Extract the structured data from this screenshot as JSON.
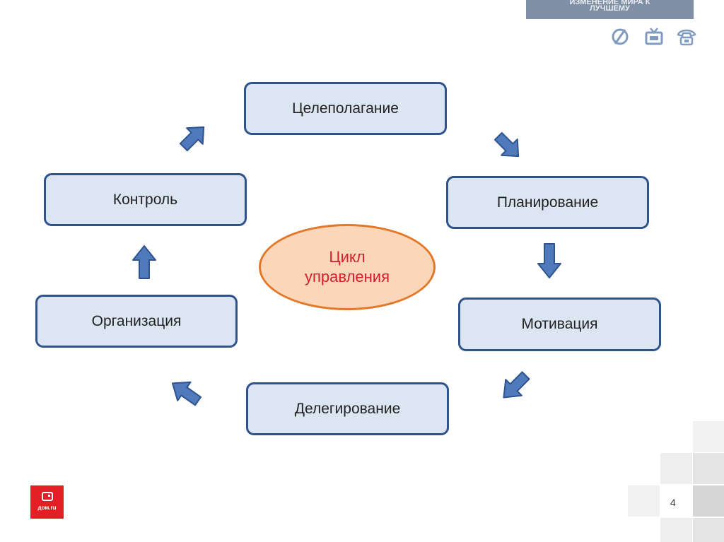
{
  "header": {
    "banner_line1": "ИЗМЕНЕНИЕ МИРА К",
    "banner_line2": "ЛУЧШЕМУ",
    "icons": [
      "internet-icon",
      "tv-icon",
      "phone-icon"
    ]
  },
  "diagram": {
    "center_line1": "Цикл",
    "center_line2": "управления",
    "stages": {
      "goal_setting": "Целеполагание",
      "planning": "Планирование",
      "motivation": "Мотивация",
      "delegation": "Делегирование",
      "organization": "Организация",
      "control": "Контроль"
    }
  },
  "footer": {
    "logo_text": "дом.ru",
    "page_number": "4"
  },
  "colors": {
    "box_fill": "#dce6f2",
    "box_border": "#2f538c",
    "arrow": "#4f7bbd",
    "center_fill": "#fbd6b8",
    "center_border": "#e4782a",
    "center_text": "#d2202f",
    "brand_red": "#e31e24"
  }
}
